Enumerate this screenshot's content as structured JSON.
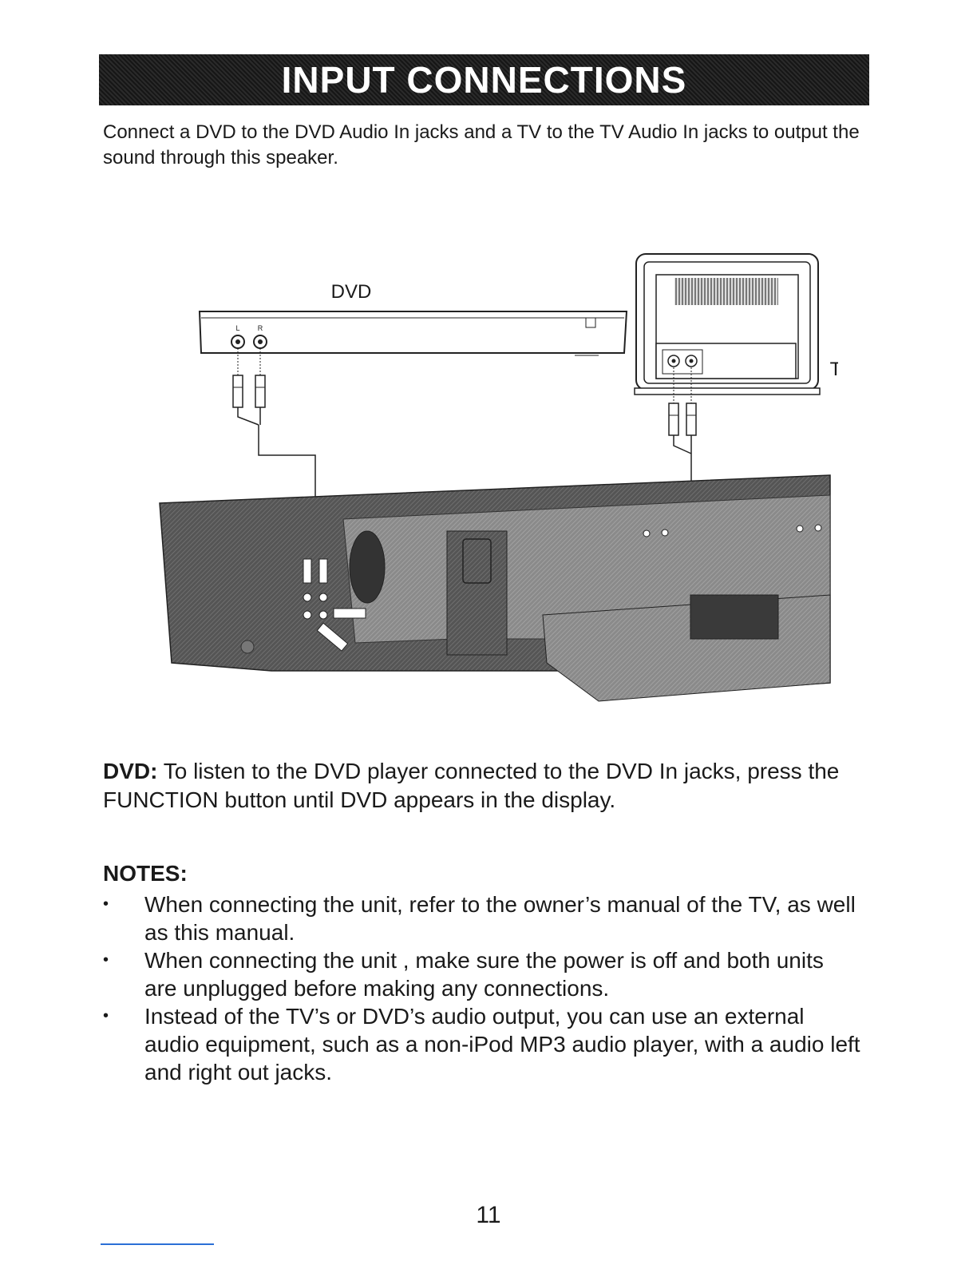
{
  "header": {
    "title": "INPUT CONNECTIONS"
  },
  "intro": "Connect a DVD to the DVD Audio In jacks and a TV to the TV Audio In jacks to output the sound through this speaker.",
  "diagram": {
    "dvd_label": "DVD",
    "tv_label": "TV",
    "jack_left": "L",
    "jack_right": "R"
  },
  "dvd_section": {
    "lead": "DVD:",
    "text": " To listen to the DVD player connected to the DVD In jacks, press the FUNCTION button until DVD appears in the display."
  },
  "notes": {
    "heading": "NOTES:",
    "bullet": "•",
    "items": [
      "When connecting the unit, refer to the owner’s manual of the TV, as well as this manual.",
      "When connecting the unit , make sure the power is off and both units are unplugged before making any connections.",
      "Instead of the TV’s or DVD’s audio output, you can use an external audio equipment, such as a non-iPod MP3 audio player, with a audio left and right out jacks."
    ]
  },
  "page_number": "11"
}
